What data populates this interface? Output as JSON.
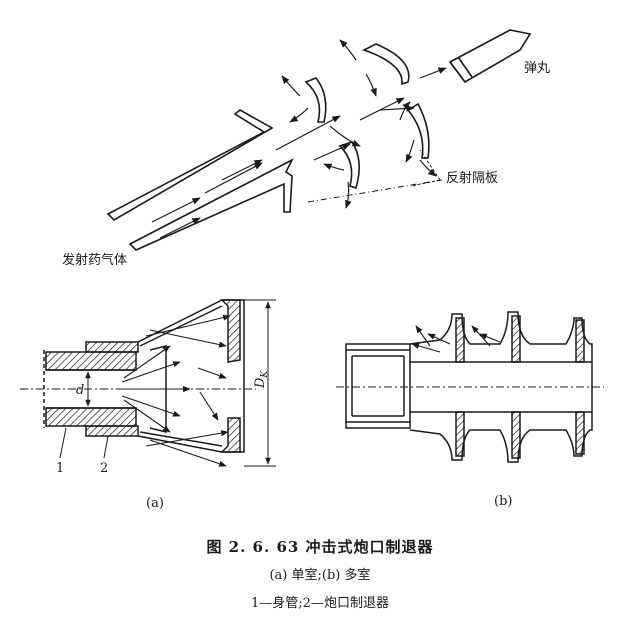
{
  "top_diagram": {
    "label_projectile": "弹丸",
    "label_baffle": "反射隔板",
    "label_gas": "发射药气体"
  },
  "diagram_a": {
    "sub_label": "(a)",
    "dim_d": "d",
    "dim_Dk": "D",
    "dim_Dk_sub": "K",
    "part_1": "1",
    "part_2": "2"
  },
  "diagram_b": {
    "sub_label": "(b)"
  },
  "caption": {
    "title": "图 2. 6. 63   冲击式炮口制退器",
    "subtitle": "(a) 单室;(b) 多室",
    "parts": "1—身管;2—炮口制退器"
  }
}
